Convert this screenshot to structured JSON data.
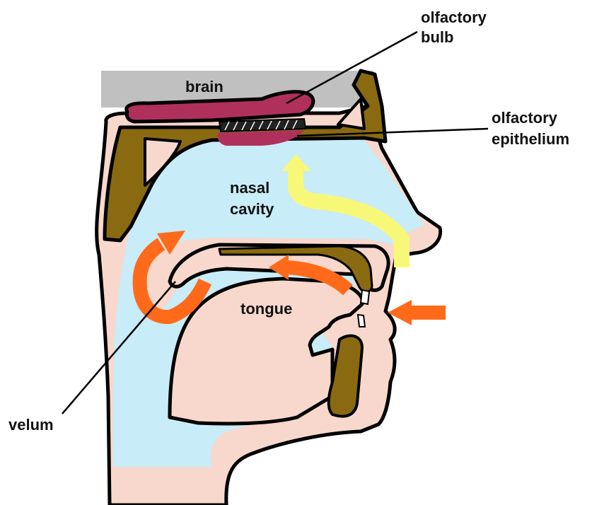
{
  "labels": {
    "brain": "brain",
    "olfactory_bulb_line1": "olfactory",
    "olfactory_bulb_line2": "bulb",
    "olfactory_epithelium_line1": "olfactory",
    "olfactory_epithelium_line2": "epithelium",
    "nasal_cavity_line1": "nasal",
    "nasal_cavity_line2": "cavity",
    "tongue": "tongue",
    "velum": "velum"
  },
  "colors": {
    "skin": "#f8d8cc",
    "airway": "#c8ecf8",
    "bone": "#8a6a10",
    "brain": "#c0c0c0",
    "bulb": "#b0305c",
    "epithelium_airflow": "#f8f878",
    "mouth_airflow": "#ff6a1a",
    "outline": "#000000"
  }
}
